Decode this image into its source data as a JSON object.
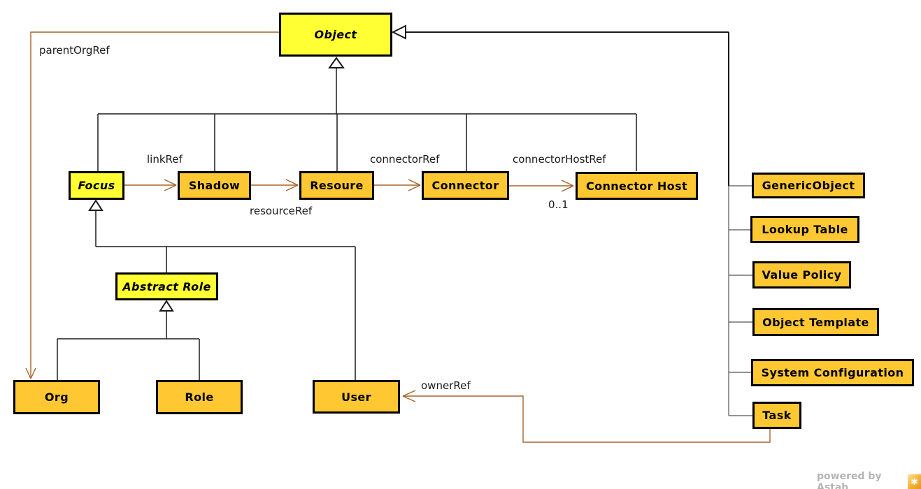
{
  "diagram": {
    "title_hint": "UML class diagram of object types",
    "colors": {
      "abstract_class_fill": "#ffff33",
      "class_fill": "#ffc832",
      "class_border": "#000000",
      "generalization_line": "#1a1a1a",
      "reference_line": "#a5632d",
      "watermark_text_color": "#b4b4b4"
    },
    "classes": [
      {
        "id": "object",
        "label": "Object",
        "abstract": true
      },
      {
        "id": "focus",
        "label": "Focus",
        "abstract": true
      },
      {
        "id": "shadow",
        "label": "Shadow",
        "abstract": false
      },
      {
        "id": "resoure",
        "label": "Resoure",
        "abstract": false
      },
      {
        "id": "connector",
        "label": "Connector",
        "abstract": false
      },
      {
        "id": "connector-host",
        "label": "Connector Host",
        "abstract": false
      },
      {
        "id": "abstract-role",
        "label": "Abstract Role",
        "abstract": true
      },
      {
        "id": "org",
        "label": "Org",
        "abstract": false
      },
      {
        "id": "role",
        "label": "Role",
        "abstract": false
      },
      {
        "id": "user",
        "label": "User",
        "abstract": false
      },
      {
        "id": "generic-object",
        "label": "GenericObject",
        "abstract": false
      },
      {
        "id": "lookup-table",
        "label": "Lookup Table",
        "abstract": false
      },
      {
        "id": "value-policy",
        "label": "Value Policy",
        "abstract": false
      },
      {
        "id": "object-template",
        "label": "Object Template",
        "abstract": false
      },
      {
        "id": "system-configuration",
        "label": "System Configuration",
        "abstract": false
      },
      {
        "id": "task",
        "label": "Task",
        "abstract": false
      }
    ],
    "edge_labels": {
      "parent_org_ref": "parentOrgRef",
      "link_ref": "linkRef",
      "resource_ref": "resourceRef",
      "connector_ref": "connectorRef",
      "connector_host_ref": "connectorHostRef",
      "owner_ref": "ownerRef",
      "multiplicity_0_1": "0..1"
    },
    "edges": {
      "generalizations": [
        {
          "from": "Focus",
          "to": "Object"
        },
        {
          "from": "Shadow",
          "to": "Object"
        },
        {
          "from": "Resoure",
          "to": "Object"
        },
        {
          "from": "Connector",
          "to": "Object"
        },
        {
          "from": "Connector Host",
          "to": "Object"
        },
        {
          "from": "GenericObject",
          "to": "Object"
        },
        {
          "from": "Lookup Table",
          "to": "Object"
        },
        {
          "from": "Value Policy",
          "to": "Object"
        },
        {
          "from": "Object Template",
          "to": "Object"
        },
        {
          "from": "System Configuration",
          "to": "Object"
        },
        {
          "from": "Task",
          "to": "Object"
        },
        {
          "from": "Abstract Role",
          "to": "Focus"
        },
        {
          "from": "User",
          "to": "Focus"
        },
        {
          "from": "Org",
          "to": "Abstract Role"
        },
        {
          "from": "Role",
          "to": "Abstract Role"
        }
      ],
      "references": [
        {
          "label": "parentOrgRef",
          "arrow_points_at": "Org"
        },
        {
          "label": "linkRef",
          "arrow_points_at": "Shadow",
          "from": "Focus"
        },
        {
          "label": "resourceRef",
          "arrow_points_at": "Resoure",
          "from": "Shadow"
        },
        {
          "label": "connectorRef",
          "arrow_points_at": "Connector",
          "from": "Resoure"
        },
        {
          "label": "connectorHostRef",
          "arrow_points_at": "Connector Host",
          "from": "Connector",
          "multiplicity": "0..1"
        },
        {
          "label": "ownerRef",
          "arrow_points_at": "User",
          "from": "Task"
        }
      ]
    },
    "watermark": {
      "text": "powered by Astah",
      "logo_icon": "astah-logo-icon"
    }
  }
}
